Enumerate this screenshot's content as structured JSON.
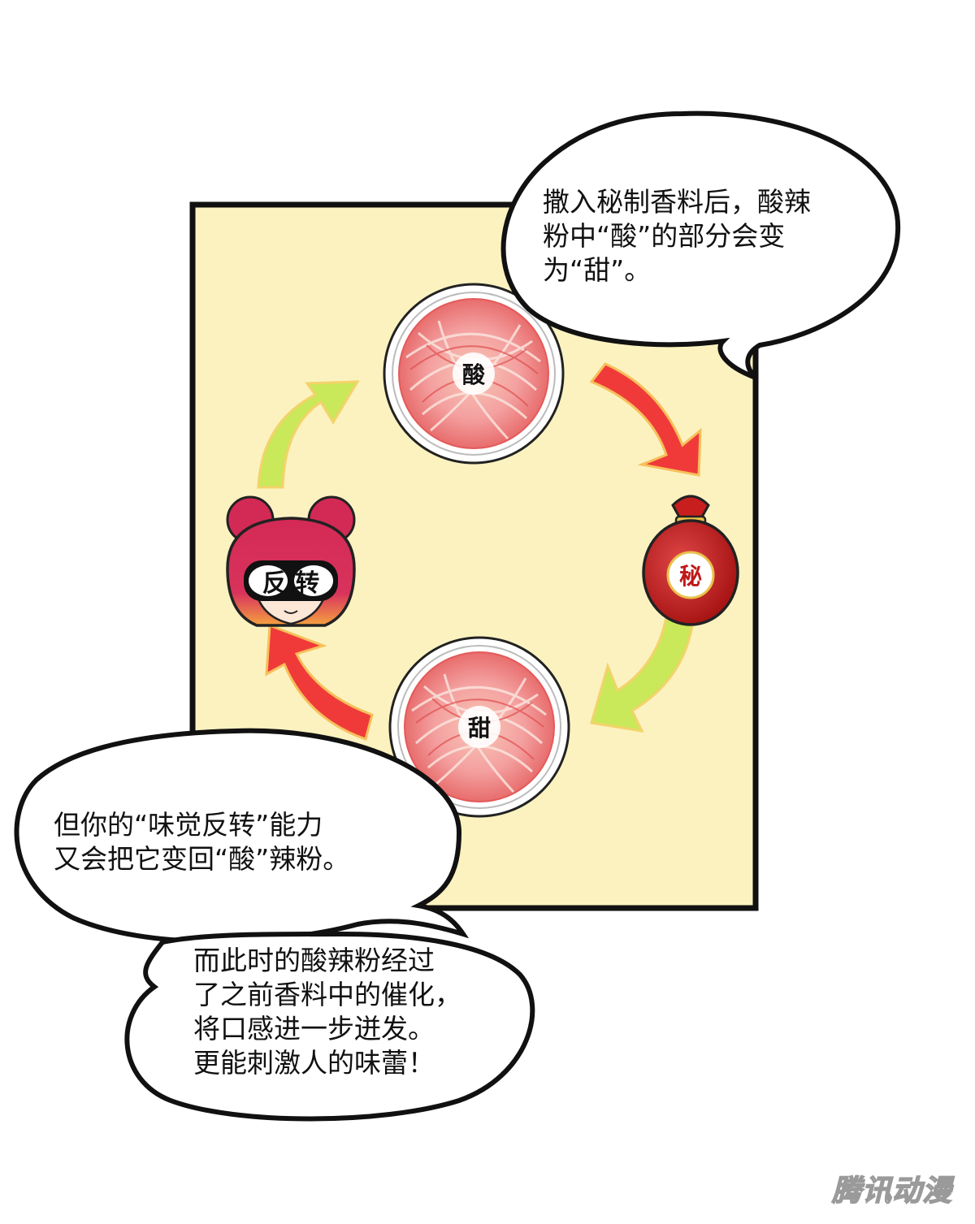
{
  "bubbles": {
    "top": {
      "lines": [
        "撒入秘制香料后，酸辣",
        "粉中“酸”的部分会变",
        "为“甜”。"
      ]
    },
    "left": {
      "lines": [
        "但你的“味觉反转”能力",
        "又会把它变回“酸”辣粉。"
      ]
    },
    "bottom": {
      "lines": [
        "而此时的酸辣粉经过",
        "了之前香料中的催化，",
        "将口感进一步迸发。",
        "更能刺激人的味蕾！"
      ]
    }
  },
  "diagram": {
    "bowl_top_label": "酸",
    "bowl_bottom_label": "甜",
    "bag_label": "秘",
    "face_label": "反 转"
  },
  "watermark": "腾讯动漫",
  "colors": {
    "panel": "#fbf2c0",
    "red_arrow": "#f03a3a",
    "green_arrow": "#c9e85a",
    "noodle": "#f28f8f",
    "hair": "#d8335c"
  }
}
